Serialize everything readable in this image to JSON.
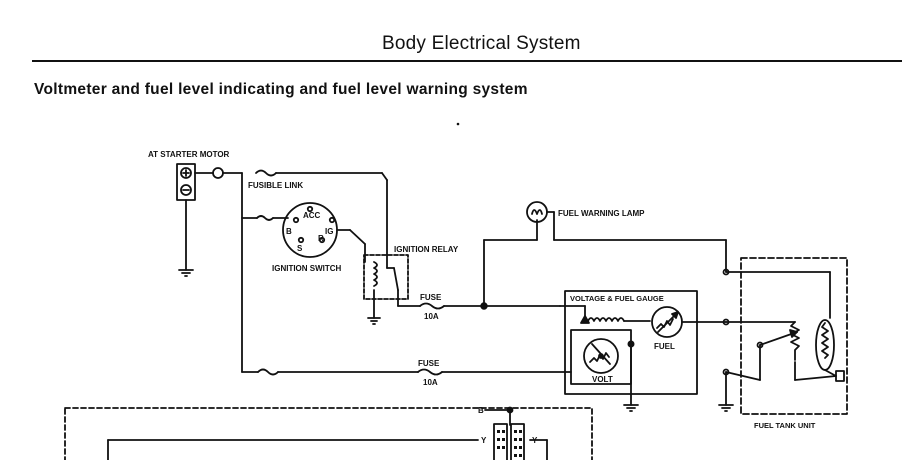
{
  "header": {
    "title": "Body Electrical System"
  },
  "section": {
    "title": "Voltmeter and fuel level indicating and fuel level warning system"
  },
  "diagram": {
    "labels": {
      "starter_motor": "AT STARTER MOTOR",
      "fusible_link": "FUSIBLE LINK",
      "ignition_switch": "IGNITION SWITCH",
      "ignition_relay": "IGNITION RELAY",
      "fuel_warning_lamp": "FUEL WARNING LAMP",
      "voltage_fuel_gauge": "VOLTAGE & FUEL GAUGE",
      "fuel_tank_unit": "FUEL TANK UNIT",
      "fuse_1": "FUSE",
      "fuse_1_rating": "10A",
      "fuse_2": "FUSE",
      "fuse_2_rating": "10A",
      "fuel": "FUEL",
      "volt": "VOLT"
    },
    "switch_terminals": {
      "acc": "ACC",
      "b": "B",
      "ig": "IG",
      "s": "S",
      "r": "R"
    },
    "battery_terminals": {
      "positive": "⊕",
      "negative": "⊖"
    },
    "wire_colors": {
      "b": "B",
      "y_left": "Y",
      "y_right": "Y"
    }
  }
}
